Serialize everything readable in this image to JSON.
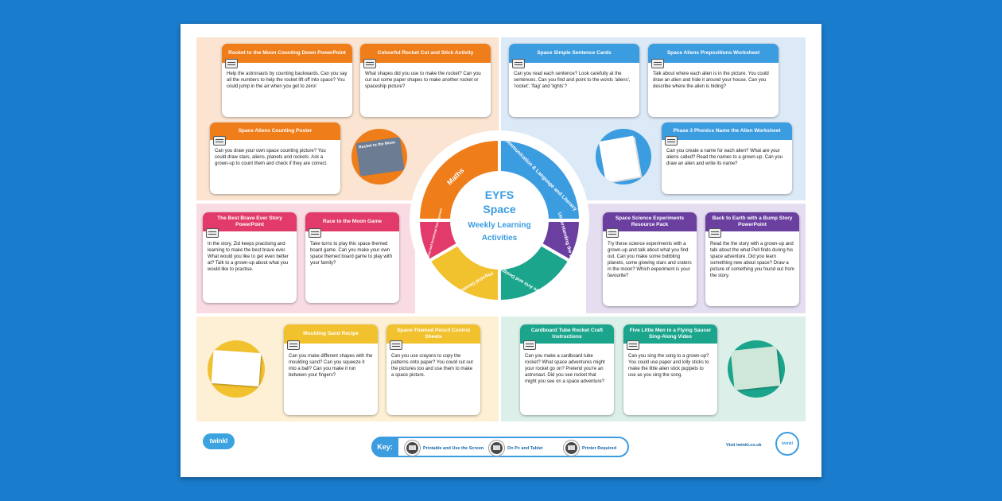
{
  "title": {
    "line1": "EYFS",
    "line2": "Space",
    "line3": "Weekly Learning",
    "line4": "Activities"
  },
  "wheel": {
    "maths": "Maths",
    "communication": "Communication & Language and Literacy",
    "understanding": "Understanding the World",
    "expressive": "Expressive Arts and Design",
    "physical": "Physical Development",
    "psed": "Personal, Social and Emotional Development"
  },
  "colors": {
    "orange": "#ef7d1a",
    "blue": "#3b9ce0",
    "purple": "#6a3fa0",
    "teal": "#1aa58c",
    "yellow": "#f2c12e",
    "pink": "#e23a6a"
  },
  "cards": {
    "c1": {
      "title": "Rocket to the Moon Counting Down PowerPoint",
      "text": "Help the astronauts by counting backwards. Can you say all the numbers to help the rocket lift off into space? You could jump in the air when you get to zero!"
    },
    "c2": {
      "title": "Colourful Rocket Cut and Stick Activity",
      "text": "What shapes did you use to make the rocket? Can you cut out some paper shapes to make another rocket or spaceship picture?"
    },
    "c3": {
      "title": "Space Aliens Counting Poster",
      "text": "Can you draw your own space counting picture? You could draw stars, aliens, planets and rockets. Ask a grown-up to count them and check if they are correct."
    },
    "c4": {
      "title": "Space Simple Sentence Cards",
      "text": "Can you read each sentence? Look carefully at the sentences. Can you find and point to the words 'aliens', 'rocket', 'flag' and 'lights'?"
    },
    "c5": {
      "title": "Space Aliens Prepositions Worksheet",
      "text": "Talk about where each alien is in the picture. You could draw an alien and hide it around your house. Can you describe where the alien is hiding?"
    },
    "c6": {
      "title": "Phase 3 Phonics Name the Alien Worksheet",
      "text": "Can you create a name for each alien? What are your aliens called? Read the names to a grown-up. Can you draw an alien and write its name?"
    },
    "c7": {
      "title": "The Best Brave Ever Story PowerPoint",
      "text": "In the story, Zid keeps practising and learning to make the best brave ever. What would you like to get even better at? Talk to a grown-up about what you would like to practise."
    },
    "c8": {
      "title": "Race to the Moon Game",
      "text": "Take turns to play this space themed board game. Can you make your own space themed board game to play with your family?"
    },
    "c9": {
      "title": "Space Science Experiments Resource Pack",
      "text": "Try these science experiments with a grown-up and talk about what you find out. Can you make some bubbling planets, some glowing stars and craters in the moon? Which experiment is your favourite?"
    },
    "c10": {
      "title": "Back to Earth with a Bump Story PowerPoint",
      "text": "Read the the story with a grown-up and talk about the what Pell finds during his space adventure. Did you learn something new about space? Draw a picture of something you found out from the story."
    },
    "c11": {
      "title": "Moulding Sand Recipe",
      "text": "Can you make different shapes with the moulding sand? Can you squeeze it into a ball? Can you make it run between your fingers?"
    },
    "c12": {
      "title": "Space-Themed Pencil Control Sheets",
      "text": "Can you use crayons to copy the patterns onto paper? You could cut out the pictures too and use them to make a space picture."
    },
    "c13": {
      "title": "Cardboard Tube Rocket Craft Instructions",
      "text": "Can you make a cardboard tube rocket? What space adventures might your rocket go on? Pretend you're an astronaut. Did you see rocket that might you see on a space adventure?"
    },
    "c14": {
      "title": "Five Little Men in a Flying Saucer Sing-Along Video",
      "text": "Can you sing the song to a grown-up? You could use paper and lolly sticks to make the little alien stick puppets to use as you sing the song."
    }
  },
  "pics": {
    "p1": "Rocket to the Moon"
  },
  "footer": {
    "logo": "twinkl",
    "key_label": "Key:",
    "k1": "Printable and Use the Screen",
    "k2": "On Pc and Tablet",
    "k3": "Printer Required",
    "visit": "Visit twinkl.co.uk",
    "badge": "twinkl"
  }
}
